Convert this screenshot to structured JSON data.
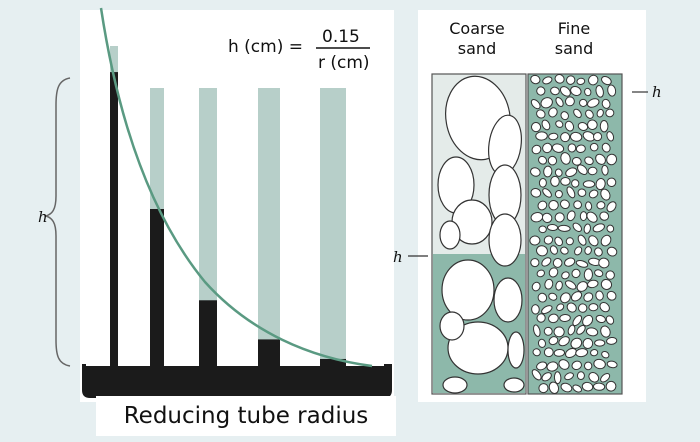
{
  "capillary_diagram": {
    "formula": {
      "lhs": "h (cm) =",
      "numerator": "0.15",
      "denominator": "r (cm)"
    },
    "height_label": "h",
    "caption": "Reducing tube radius",
    "tube_water_levels": [
      0.92,
      0.5,
      0.22,
      0.1,
      0.04
    ]
  },
  "sand_diagram": {
    "coarse_label_line1": "Coarse",
    "coarse_label_line2": "sand",
    "fine_label_line1": "Fine",
    "fine_label_line2": "sand",
    "coarse_height_label": "h",
    "fine_height_label": "h"
  },
  "colors": {
    "background": "#e6eff1",
    "panel": "#ffffff",
    "water": "#b7cfc9",
    "water_dark": "#8db8aa",
    "tube_fill": "#1b1b1b",
    "curve": "#5a9a82",
    "sand_grain": "#ffffff"
  }
}
